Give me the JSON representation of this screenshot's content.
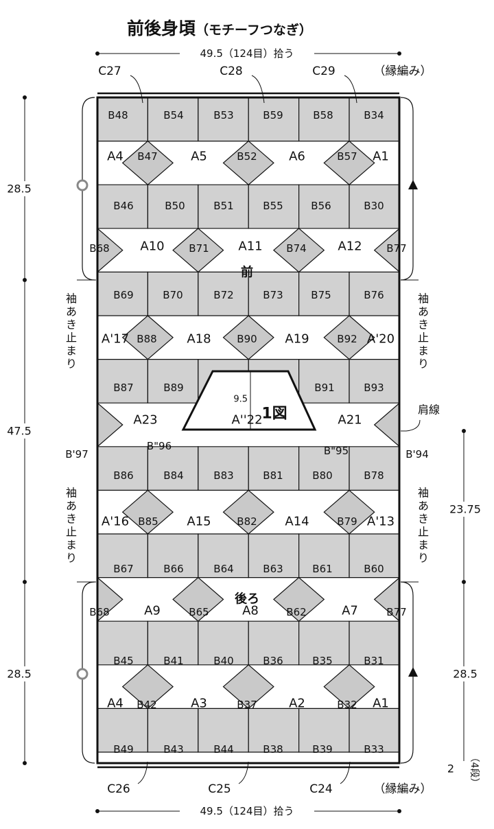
{
  "title": {
    "main": "前後身頃",
    "sub": "（モチーフつなぎ）"
  },
  "width_labels": {
    "top": "49.5（124目）拾う",
    "bottom": "49.5（124目）拾う"
  },
  "edging_labels": {
    "top": "（縁編み）",
    "bottom": "（縁編み）"
  },
  "border_labels": {
    "top": [
      "C27",
      "C28",
      "C29"
    ],
    "bottom": [
      "C26",
      "C25",
      "C24"
    ]
  },
  "left_dims": [
    "28.5",
    "47.5",
    "28.5"
  ],
  "right_dims": [
    "23.75",
    "28.5",
    "2"
  ],
  "rows_note": "（4段）",
  "section_labels": {
    "front": "前",
    "back": "後ろ"
  },
  "sleeve_note": "袖あき止まり",
  "shoulder_line": "肩線",
  "figure": {
    "label": "1図",
    "depth": "9.5"
  },
  "large_motifs": {
    "r0": [
      "A4",
      "A5",
      "A6",
      "A1"
    ],
    "r1": [
      "A10",
      "A11",
      "A12"
    ],
    "r2": [
      "A'17",
      "A18",
      "A19",
      "A'20"
    ],
    "r3": [
      "A23",
      "A''22",
      "A21"
    ],
    "r4": [
      "A'16",
      "A15",
      "A14",
      "A'13"
    ],
    "r5": [
      "A9",
      "A8",
      "A7"
    ],
    "r6": [
      "A4",
      "A3",
      "A2",
      "A1"
    ]
  },
  "small_motifs": {
    "r0": [
      "B48",
      "B54",
      "B53",
      "B59",
      "B58",
      "B34"
    ],
    "r1": [
      "B47",
      "B52",
      "B57"
    ],
    "r2": [
      "B46",
      "B50",
      "B51",
      "B55",
      "B56",
      "B30"
    ],
    "r3": [
      "B68",
      "B71",
      "B74",
      "B77"
    ],
    "r4": [
      "B69",
      "B70",
      "B72",
      "B73",
      "B75",
      "B76"
    ],
    "r5": [
      "B88",
      "B90",
      "B92"
    ],
    "r6": [
      "B87",
      "B89",
      "B91",
      "B93"
    ],
    "r7": [
      "B'97",
      "B\"96",
      "B\"95",
      "B'94"
    ],
    "r8": [
      "B86",
      "B84",
      "B83",
      "B81",
      "B80",
      "B78"
    ],
    "r9": [
      "B85",
      "B82",
      "B79"
    ],
    "r10": [
      "B67",
      "B66",
      "B64",
      "B63",
      "B61",
      "B60"
    ],
    "r11": [
      "B68",
      "B65",
      "B62",
      "B77"
    ],
    "r12": [
      "B45",
      "B41",
      "B40",
      "B36",
      "B35",
      "B31"
    ],
    "r13": [
      "B42",
      "B37",
      "B32"
    ],
    "r14": [
      "B49",
      "B43",
      "B44",
      "B38",
      "B39",
      "B33"
    ]
  },
  "colors": {
    "line": "#111111",
    "motif_fill": "#c9c9c9",
    "background": "#ffffff"
  }
}
